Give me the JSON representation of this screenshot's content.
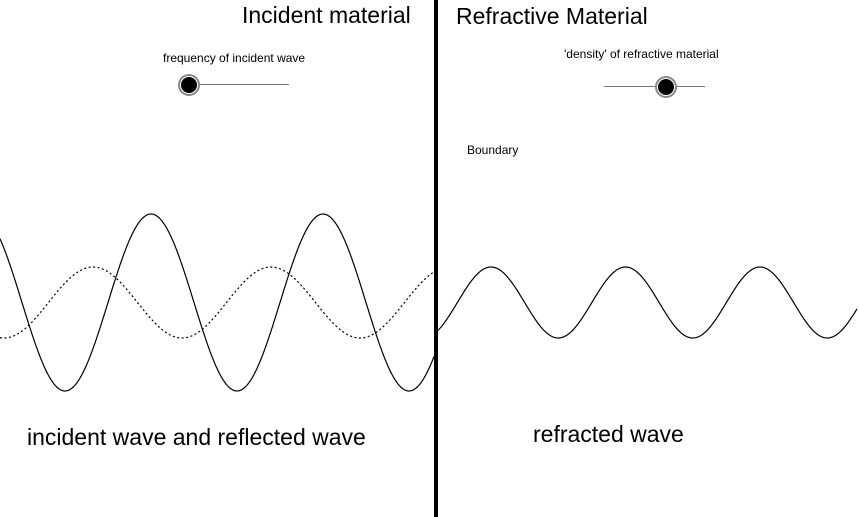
{
  "left_panel": {
    "title": "Incident material",
    "slider_label": "frequency of incident wave",
    "slider_value": 0.0,
    "caption": "incident wave and reflected wave"
  },
  "right_panel": {
    "title": "Refractive Material",
    "slider_label": "'density' of refractive material",
    "slider_value": 0.6,
    "boundary_label": "Boundary",
    "caption": "refracted wave"
  }
}
